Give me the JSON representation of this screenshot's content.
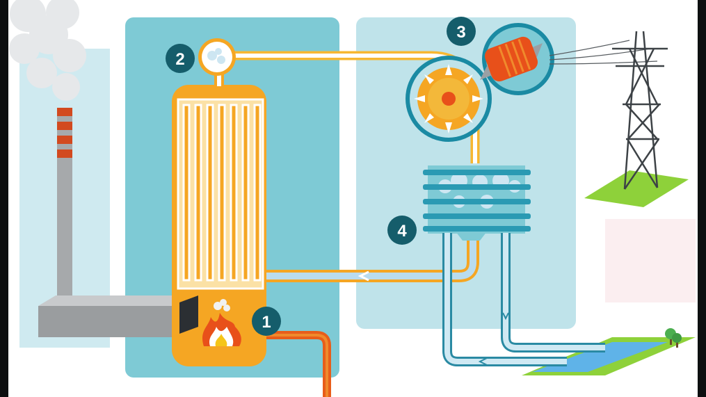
{
  "steps": [
    {
      "number": "1",
      "part": "furnace"
    },
    {
      "number": "2",
      "part": "steam-drum"
    },
    {
      "number": "3",
      "part": "turbine-generator"
    },
    {
      "number": "4",
      "part": "condenser"
    }
  ],
  "colors": {
    "panel": "#7ecad5",
    "panel_light": "#bfe3ea",
    "boiler": "#f5a623",
    "steam_pipe": "#f7b731",
    "water_pipe": "#b9dcef",
    "cooling_pipe": "#2a8aa3",
    "fuel_pipe": "#e85d1a",
    "number_badge": "#155d6b",
    "grass": "#8ed13a",
    "river": "#5fb3e8",
    "generator": "#e8501a",
    "turbine": "#f5a623"
  }
}
